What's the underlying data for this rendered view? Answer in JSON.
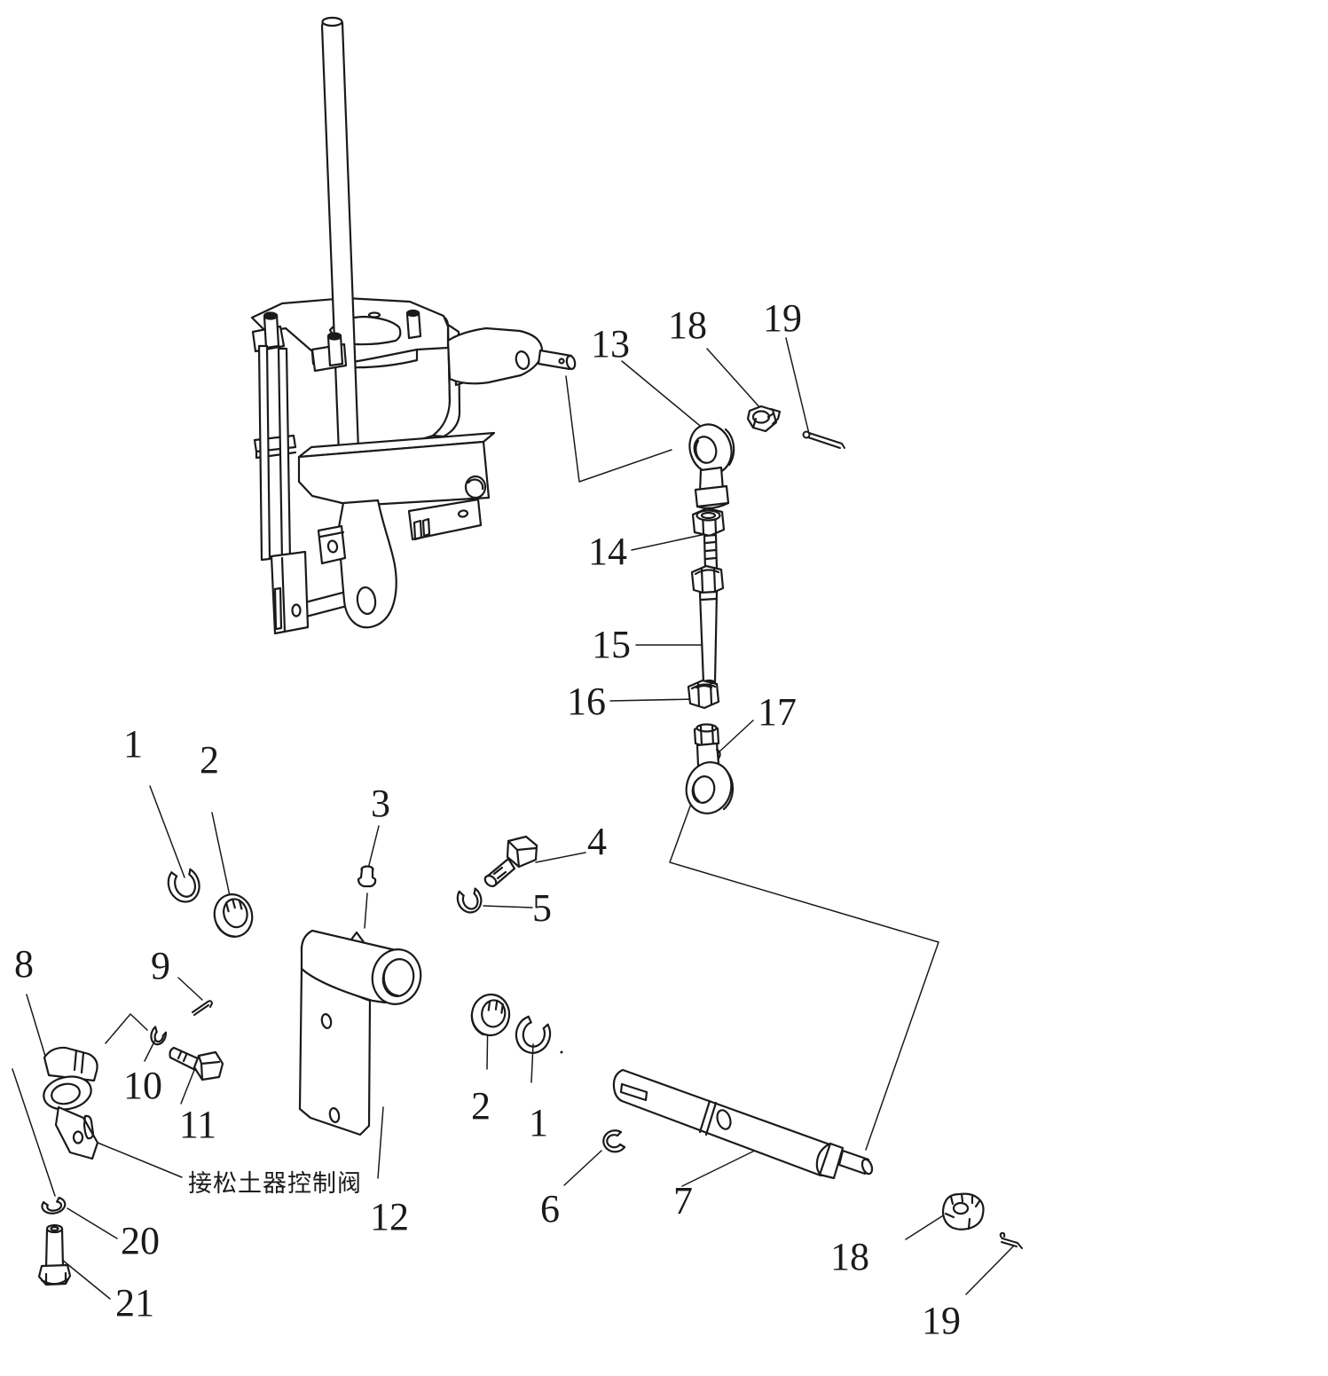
{
  "diagram": {
    "kind": "exploded-parts-line-drawing",
    "colors": {
      "ink": "#1a1a1a",
      "background": "#ffffff"
    },
    "note": {
      "text": "接松土器控制阀"
    },
    "callouts": [
      {
        "label": "1"
      },
      {
        "label": "2"
      },
      {
        "label": "3"
      },
      {
        "label": "4"
      },
      {
        "label": "5"
      },
      {
        "label": "6"
      },
      {
        "label": "7"
      },
      {
        "label": "8"
      },
      {
        "label": "9"
      },
      {
        "label": "10"
      },
      {
        "label": "11"
      },
      {
        "label": "12"
      },
      {
        "label": "13"
      },
      {
        "label": "14"
      },
      {
        "label": "15"
      },
      {
        "label": "16"
      },
      {
        "label": "17"
      },
      {
        "label": "18"
      },
      {
        "label": "19"
      },
      {
        "label": "18"
      },
      {
        "label": "19"
      },
      {
        "label": "20"
      },
      {
        "label": "21"
      },
      {
        "label": "1"
      },
      {
        "label": "2"
      }
    ]
  }
}
